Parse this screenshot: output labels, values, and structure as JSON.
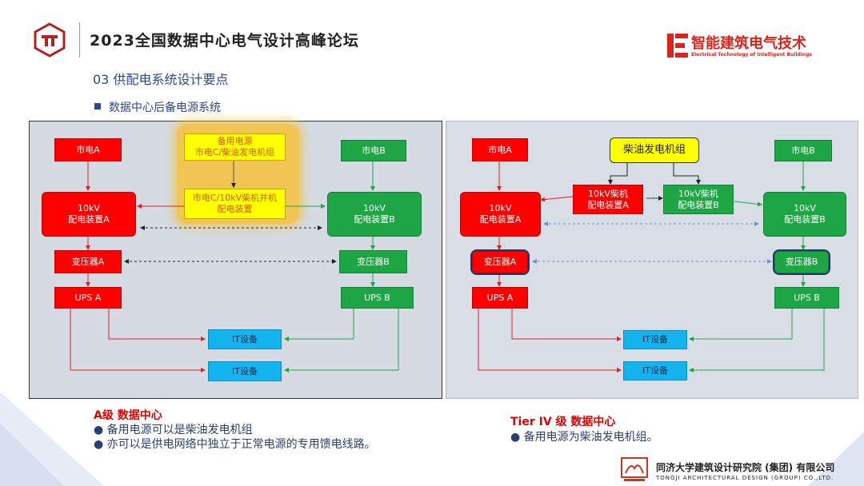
{
  "header": {
    "forum_title": "2023全国数据中心电气设计高峰论坛",
    "brand_cn": "智能建筑电气技术",
    "brand_en": "Electrical Technology of Intelligent Buildings"
  },
  "section": {
    "title": "03  供配电系统设计要点",
    "bullet": "数据中心后备电源系统"
  },
  "diagram_a": {
    "mains_a": "市电A",
    "mains_b": "市电B",
    "backup": "备用电源\n市电C/柴油发电机组",
    "parallel": "市电C/10kV柴机并机\n配电装置",
    "switchgear_a": "10kV\n配电装置A",
    "switchgear_b": "10kV\n配电装置B",
    "transformer_a": "变压器A",
    "transformer_b": "变压器B",
    "ups_a": "UPS A",
    "ups_b": "UPS B",
    "it_1": "IT设备",
    "it_2": "IT设备"
  },
  "diagram_b": {
    "mains_a": "市电A",
    "mains_b": "市电B",
    "generator": "柴油发电机组",
    "gen_switch_a": "10kV柴机\n配电装置A",
    "gen_switch_b": "10kV柴机\n配电装置B",
    "switchgear_a": "10kV\n配电装置A",
    "switchgear_b": "10kV\n配电装置B",
    "transformer_a": "变压器A",
    "transformer_b": "变压器B",
    "ups_a": "UPS A",
    "ups_b": "UPS B",
    "it_1": "IT设备",
    "it_2": "IT设备"
  },
  "caption_a": {
    "title": "A级 数据中心",
    "items": [
      "● 备用电源可以是柴油发电机组",
      "● 亦可以是供电网络中独立于正常电源的专用馈电线路。"
    ]
  },
  "caption_b": {
    "title": "Tier  IV 级 数据中心",
    "items": [
      "● 备用电源为柴油发电机组。"
    ]
  },
  "footer": {
    "org_cn": "同济大学建筑设计研究院 (集团) 有限公司",
    "org_en": "TONGJI ARCHITECTURAL DESIGN (GROUP) CO.,LTD."
  },
  "colors": {
    "mains_a": "#ff0000",
    "mains_b": "#1ea645",
    "backup": "#ffff00",
    "it": "#12b3ee",
    "brand": "#d9251c",
    "title_blue": "#2b4a8c"
  },
  "icons": [
    "forum-logo-icon",
    "brand-logo-icon",
    "tongji-logo-icon"
  ]
}
